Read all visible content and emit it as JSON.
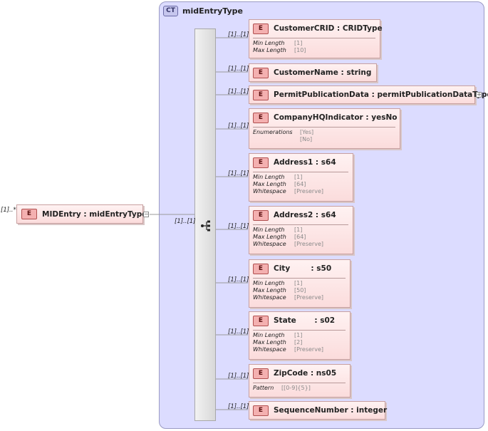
{
  "complex_type": {
    "badge": "CT",
    "name": "midEntryType"
  },
  "root": {
    "badge": "E",
    "label": "MIDEntry : midEntryType",
    "cardinality": "[1]..*",
    "collapse_symbol": "−"
  },
  "sequence": {
    "cardinality": "[1]..[1]"
  },
  "elements": [
    {
      "badge": "E",
      "label": "CustomerCRID : CRIDType",
      "cardinality": "[1]..[1]",
      "facets": [
        {
          "name": "Min Length",
          "value": "[1]"
        },
        {
          "name": "Max Length",
          "value": "[10]"
        }
      ]
    },
    {
      "badge": "E",
      "label": "CustomerName : string",
      "cardinality": "[1]..[1]",
      "facets": []
    },
    {
      "badge": "E",
      "label": "PermitPublicationData : permitPublicationDataType",
      "cardinality": "[1]..[1]",
      "facets": [],
      "expand_symbol": "+"
    },
    {
      "badge": "E",
      "label": "CompanyHQIndicator : yesNo",
      "cardinality": "[1]..[1]",
      "facets": [
        {
          "name": "Enumerations",
          "value": "[Yes]"
        },
        {
          "name": "",
          "value": "[No]"
        }
      ]
    },
    {
      "badge": "E",
      "label": "Address1 : s64",
      "cardinality": "[1]..[1]",
      "facets": [
        {
          "name": "Min Length",
          "value": "[1]"
        },
        {
          "name": "Max Length",
          "value": "[64]"
        },
        {
          "name": "Whitespace",
          "value": "[Preserve]"
        }
      ]
    },
    {
      "badge": "E",
      "label": "Address2 : s64",
      "cardinality": "[1]..[1]",
      "facets": [
        {
          "name": "Min Length",
          "value": "[1]"
        },
        {
          "name": "Max Length",
          "value": "[64]"
        },
        {
          "name": "Whitespace",
          "value": "[Preserve]"
        }
      ]
    },
    {
      "badge": "E",
      "label": "City        : s50",
      "cardinality": "[1]..[1]",
      "facets": [
        {
          "name": "Min Length",
          "value": "[1]"
        },
        {
          "name": "Max Length",
          "value": "[50]"
        },
        {
          "name": "Whitespace",
          "value": "[Preserve]"
        }
      ]
    },
    {
      "badge": "E",
      "label": "State       : s02",
      "cardinality": "[1]..[1]",
      "facets": [
        {
          "name": "Min Length",
          "value": "[1]"
        },
        {
          "name": "Max Length",
          "value": "[2]"
        },
        {
          "name": "Whitespace",
          "value": "[Preserve]"
        }
      ]
    },
    {
      "badge": "E",
      "label": "ZipCode : ns05",
      "cardinality": "[1]..[1]",
      "facets": [
        {
          "name": "Pattern",
          "value": "[[0-9]{5}]"
        }
      ]
    },
    {
      "badge": "E",
      "label": "SequenceNumber : integer",
      "cardinality": "[1]..[1]",
      "facets": []
    }
  ]
}
